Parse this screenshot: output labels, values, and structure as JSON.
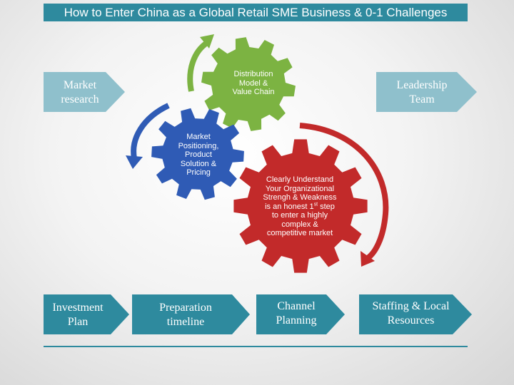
{
  "title": "How to Enter China as a Global Retail SME Business & 0-1 Challenges",
  "top_arrows": {
    "market_research": [
      "Market",
      "research"
    ],
    "leadership_team": [
      "Leadership",
      "Team"
    ]
  },
  "gears": {
    "distribution": [
      "Distribution",
      "Model &",
      "Value Chain"
    ],
    "positioning": [
      "Market",
      "Positioning,",
      "Product",
      "Solution &",
      "Pricing"
    ],
    "organization": {
      "lines": [
        "Clearly Understand",
        "Your Organizational",
        "Strengh & Weakness"
      ],
      "line4_pre": "is an honest 1",
      "line4_sup": "st",
      "line4_post": " step",
      "lines_after": [
        "to enter a highly",
        "complex &",
        "competitive market"
      ]
    }
  },
  "bottom_steps": {
    "investment_plan": [
      "Investment",
      "Plan"
    ],
    "preparation_timeline": [
      "Preparation",
      "timeline"
    ],
    "channel_planning": [
      "Channel",
      "Planning"
    ],
    "staffing": [
      "Staffing & Local",
      "Resources"
    ]
  },
  "colors": {
    "teal": "#2e8a9e",
    "light_teal": "#8fc0cc",
    "green": "#7cb342",
    "blue": "#2f5bb5",
    "red": "#c22a2a"
  }
}
